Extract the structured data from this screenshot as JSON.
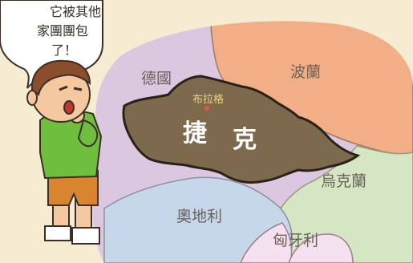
{
  "speech_bubble": {
    "lines": [
      "它被其他",
      "家團團包",
      "了！"
    ]
  },
  "map": {
    "countries": {
      "germany": "德國",
      "poland": "波蘭",
      "czech_left": "捷",
      "czech_right": "克",
      "ukraine": "烏克蘭",
      "austria": "奧地利",
      "hungary": "匈牙利"
    },
    "capital": "布拉格"
  },
  "colors": {
    "background": "#f6ecd2",
    "germany": "#dcc7e0",
    "poland": "#f2ae86",
    "czech": "#7d6a4d",
    "ukraine": "#d5e6c4",
    "austria": "#c6d7ea",
    "hungary": "#f4e0ee",
    "capital_dot": "#e8524a"
  }
}
